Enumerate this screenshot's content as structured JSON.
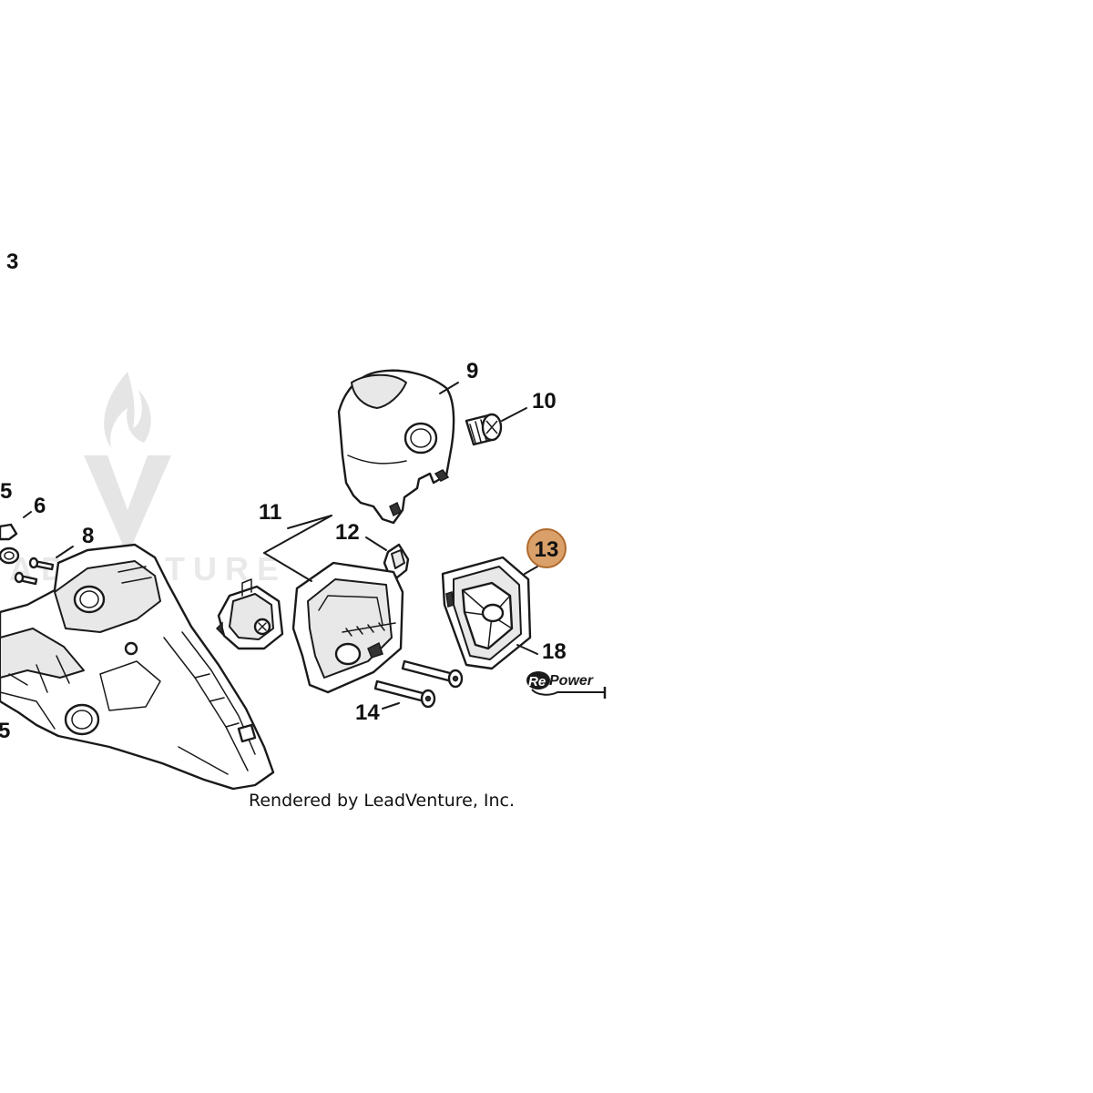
{
  "callouts": {
    "n3": "3",
    "n5a": "5",
    "n5b": "5",
    "n6": "6",
    "n8": "8",
    "n9": "9",
    "n10": "10",
    "n11": "11",
    "n12": "12",
    "n13": "13",
    "n14": "14",
    "n18": "18"
  },
  "highlight": {
    "part": "13",
    "fill_color": "#d9a06a",
    "stroke_color": "#b06a2c",
    "text_color": "#6e3c14"
  },
  "credit": "Rendered by LeadVenture, Inc.",
  "logo": {
    "name": "RePower",
    "prefix": "Re",
    "suffix": "Power"
  },
  "watermark": {
    "text": "ADVENTURE",
    "icon": "flame-v-icon"
  }
}
